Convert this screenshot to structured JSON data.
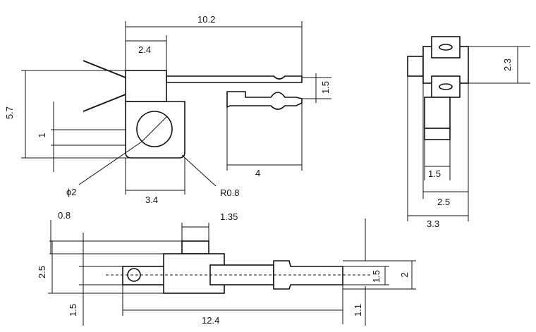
{
  "dimensions": {
    "top_view": {
      "overall_length": "10.2",
      "body_width": "2.4",
      "height": "5.7",
      "hole_offset": "1",
      "pin_height": "1.5",
      "pin_length": "4",
      "hole_diameter": "ϕ2",
      "tab_width": "3.4",
      "corner_radius": "R0.8"
    },
    "side_view": {
      "gap": "2.3",
      "pin_width": "1.5",
      "body_width": "2.5",
      "overall_width": "3.3"
    },
    "bottom_view": {
      "offset": "0.8",
      "cap_width": "1.35",
      "height_left": "2.5",
      "bottom_offset": "1.5",
      "pin_height": "1.5",
      "overall_height": "2",
      "overall_length": "12.4",
      "right_offset": "1.1"
    }
  }
}
